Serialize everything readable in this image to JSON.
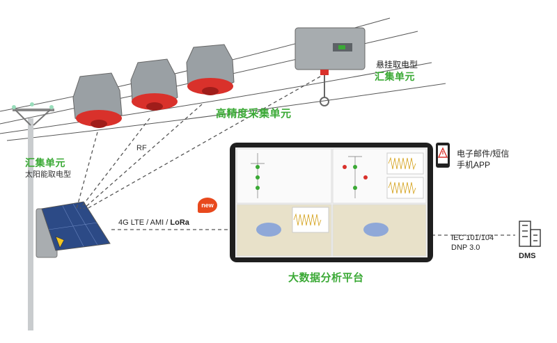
{
  "labels": {
    "hanging_unit_line1": "悬挂取电型",
    "hanging_unit_line2": "汇集单元",
    "precision_unit": "高精度采集单元",
    "rf": "RF",
    "solar_unit_title": "汇集单元",
    "solar_unit_sub": "太阳能取电型",
    "comm_protocols": "4G LTE / AMI / ",
    "comm_lora": "LoRa",
    "new_badge": "new",
    "notify_line1": "电子邮件/短信",
    "notify_line2": "手机APP",
    "iec": "IEC 101/104",
    "dnp": "DNP 3.0",
    "dms": "DMS",
    "platform": "大数据分析平台"
  },
  "colors": {
    "accent_green": "#3aa935",
    "badge_red": "#e8491d",
    "sensor_red": "#d9312b",
    "device_gray": "#8a8f93"
  },
  "icons": [
    "warning-phone-icon",
    "dms-building-icon",
    "solar-panel-icon"
  ]
}
